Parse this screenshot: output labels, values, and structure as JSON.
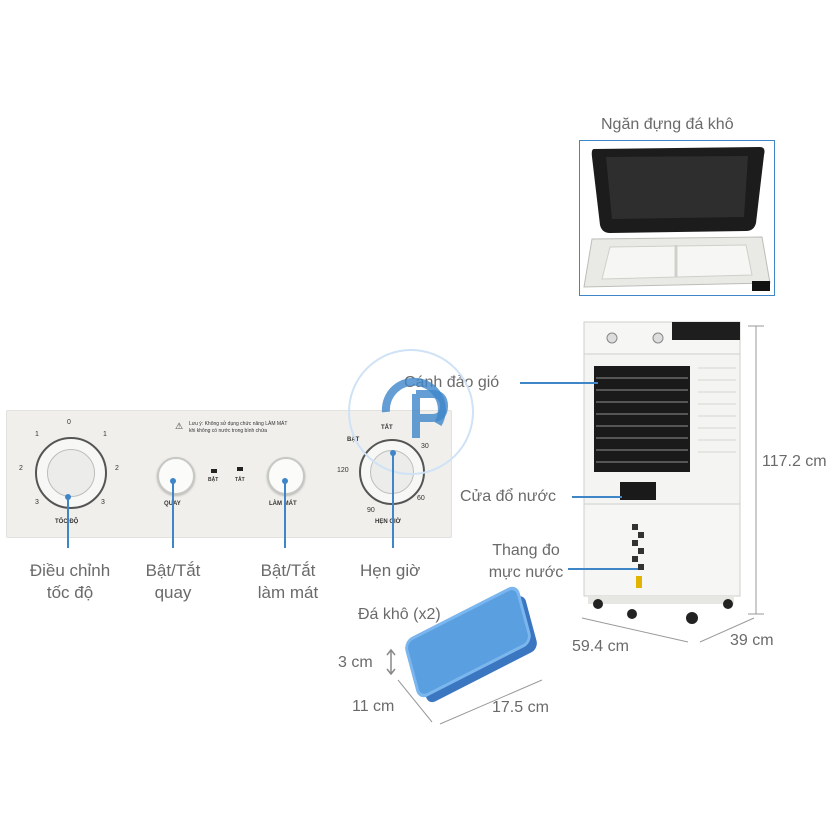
{
  "labels": {
    "ice_compartment": "Ngăn đựng đá khô",
    "louver": "Cánh đảo gió",
    "water_door": "Cửa đổ nước",
    "water_gauge_line1": "Thang đo",
    "water_gauge_line2": "mực nước",
    "height": "117.2 cm",
    "width": "59.4 cm",
    "depth": "39 cm",
    "speed_line1": "Điều chỉnh",
    "speed_line2": "tốc độ",
    "swing_line1": "Bật/Tắt",
    "swing_line2": "quay",
    "cooling_line1": "Bật/Tắt",
    "cooling_line2": "làm mát",
    "timer": "Hẹn giờ",
    "ice_pack": "Đá khô (x2)",
    "ice_thickness": "3 cm",
    "ice_width": "11 cm",
    "ice_length": "17.5 cm"
  },
  "panel": {
    "speed_knob_label": "TỐC ĐỘ",
    "swing_button_label": "QUAY",
    "cool_button_label": "LÀM MÁT",
    "timer_knob_label": "HẸN GIỜ",
    "on": "BẬT",
    "off": "TẮT",
    "indicator_on": "BẬT",
    "indicator_off": "TẮT",
    "speed_ticks": [
      "0",
      "1",
      "2",
      "3",
      "1",
      "2",
      "3"
    ],
    "timer_ticks": [
      "30",
      "60",
      "90",
      "120"
    ],
    "warning_line1": "Lưu ý: Không sử dụng chức năng LÀM MÁT",
    "warning_line2": "khi không có nước trong bình chứa"
  },
  "colors": {
    "leader_line": "#3f86c9",
    "ice_pack": "#5a9fe0",
    "body": "#f4f4f2",
    "dark_lid": "#1e1e1e"
  },
  "icons": {
    "watermark": "tp-logo-watermark",
    "warning": "warning-triangle-icon"
  }
}
